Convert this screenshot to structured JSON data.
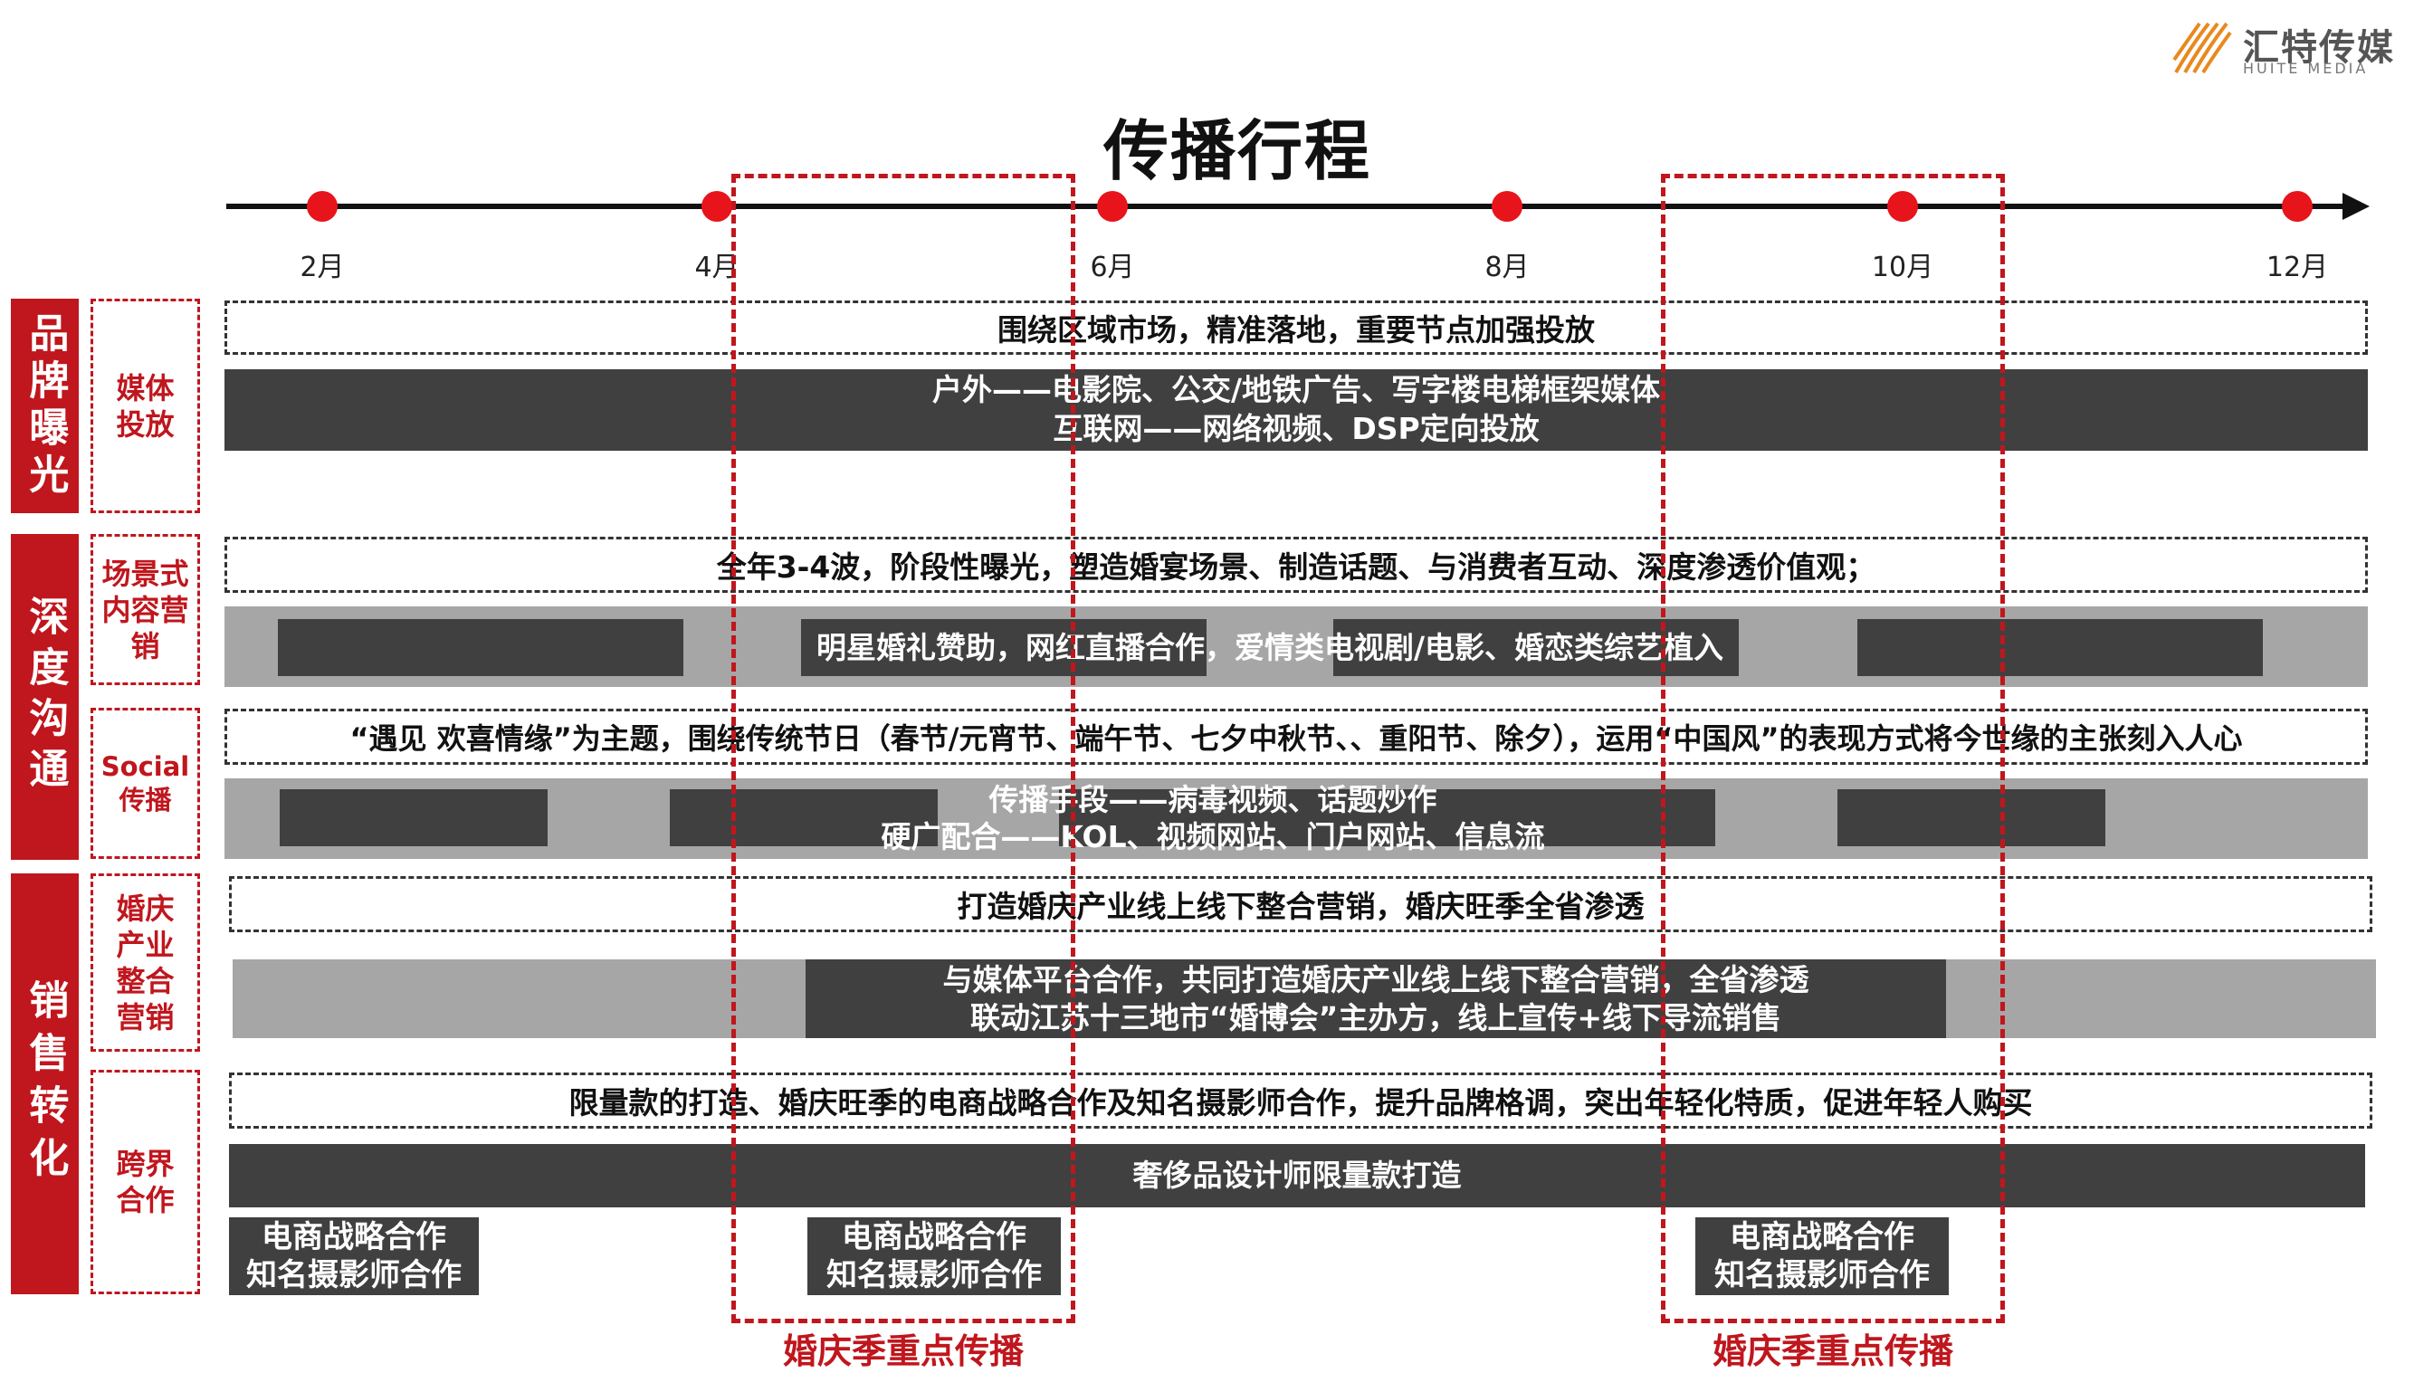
{
  "brand": {
    "name": "汇特传媒",
    "sub": "HUITE MEDIA"
  },
  "title": "传播行程",
  "timeline": {
    "months": [
      "2月",
      "4月",
      "6月",
      "8月",
      "10月",
      "12月"
    ]
  },
  "categories": {
    "brand_exposure": "品牌曝光",
    "deep_communication": "深度沟通",
    "sales_conversion": "销售转化"
  },
  "subcategories": {
    "media": "媒体投放",
    "scene": "场景式内容营销",
    "social": "Social传播",
    "wedding_industry": "婚庆产业整合营销",
    "crossover": "跨界合作"
  },
  "rows": {
    "media_strategy": "围绕区域市场，精准落地，重要节点加强投放",
    "media_bar_line1": "户外——电影院、公交/地铁广告、写字楼电梯框架媒体",
    "media_bar_line2": "互联网——网络视频、DSP定向投放",
    "scene_strategy": "全年3-4波，阶段性曝光，塑造婚宴场景、制造话题、与消费者互动、深度渗透价值观；",
    "scene_bar": "明星婚礼赞助，网红直播合作，爱情类电视剧/电影、婚恋类综艺植入",
    "social_strategy": "“遇见 欢喜情缘”为主题，围绕传统节日（春节/元宵节、端午节、七夕中秋节、、重阳节、除夕），运用“中国风”的表现方式将今世缘的主张刻入人心",
    "social_bar_line1": "传播手段——病毒视频、话题炒作",
    "social_bar_line2": "硬广配合——KOL、视频网站、门户网站、信息流",
    "wedding_strategy": "打造婚庆产业线上线下整合营销，婚庆旺季全省渗透",
    "wedding_bar_line1": "与媒体平台合作，共同打造婚庆产业线上线下整合营销，全省渗透",
    "wedding_bar_line2": "联动江苏十三地市“婚博会”主办方，线上宣传+线下导流销售",
    "cross_strategy": "限量款的打造、婚庆旺季的电商战略合作及知名摄影师合作，提升品牌格调，突出年轻化特质，促进年轻人购买",
    "cross_bar": "奢侈品设计师限量款打造",
    "badge_line1": "电商战略合作",
    "badge_line2": "知名摄影师合作"
  },
  "season_label": "婚庆季重点传播",
  "colors": {
    "accent": "#c0161d",
    "dot": "#e8141c",
    "dark": "#404040",
    "grey": "#a6a6a6"
  }
}
